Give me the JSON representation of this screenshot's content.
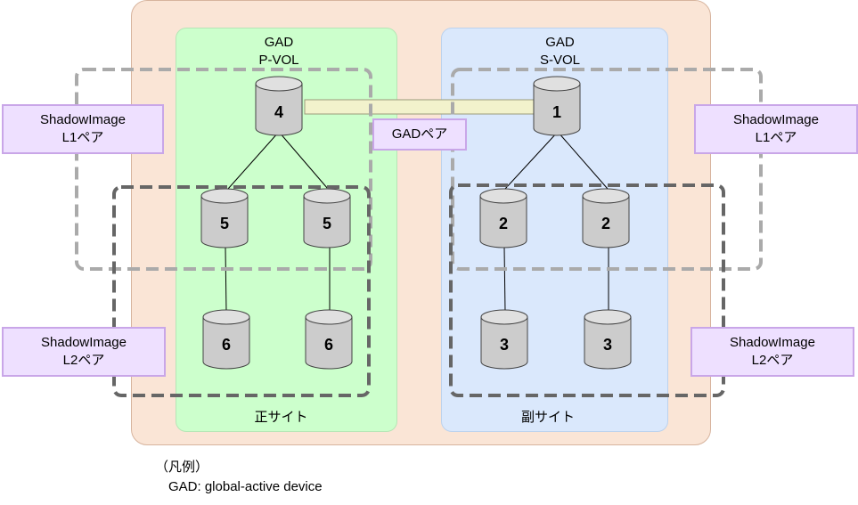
{
  "primary_site": {
    "title": "GAD\nP-VOL",
    "label": "正サイト"
  },
  "secondary_site": {
    "title": "GAD\nS-VOL",
    "label": "副サイト"
  },
  "gad_pair_label": "GADペア",
  "left_l1_label": "ShadowImage\nL1ペア",
  "left_l2_label": "ShadowImage\nL2ペア",
  "right_l1_label": "ShadowImage\nL1ペア",
  "right_l2_label": "ShadowImage\nL2ペア",
  "volumes": {
    "p_root": "4",
    "p_l1_a": "5",
    "p_l1_b": "5",
    "p_l2_a": "6",
    "p_l2_b": "6",
    "s_root": "1",
    "s_l1_a": "2",
    "s_l1_b": "2",
    "s_l2_a": "3",
    "s_l2_b": "3"
  },
  "legend": {
    "heading": "（凡例）",
    "item": "GAD: global-active device"
  },
  "colors": {
    "outer": "#fae5d6",
    "primary_site": "#ccffcc",
    "secondary_site": "#dae8fc",
    "pair_label_fill": "#eee0ff",
    "gad_link": "#f2f2cc",
    "l1_dash": "#aaaaaa",
    "l2_dash": "#666666"
  }
}
